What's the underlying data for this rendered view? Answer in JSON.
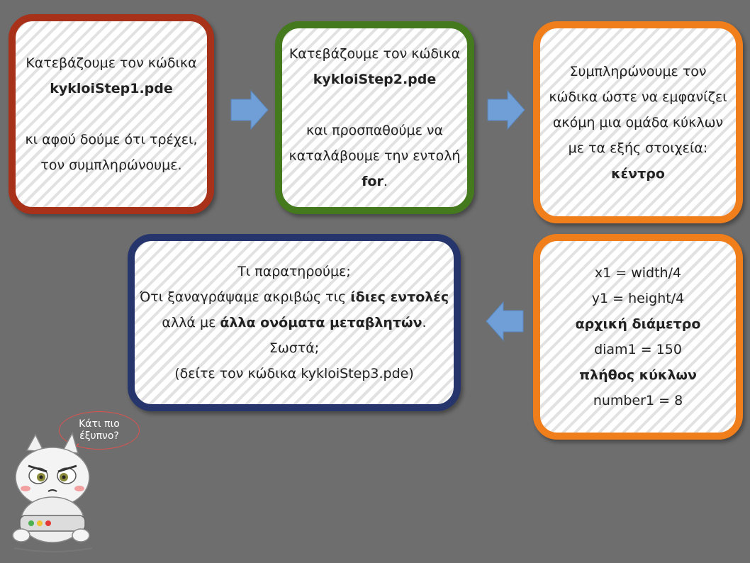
{
  "box1": {
    "line1": "Κατεβάζουμε τον κώδικα",
    "line2_bold": "kykloiStep1.pde",
    "line3": "κι αφού δούμε ότι τρέχει,",
    "line4": "τον συμπληρώνουμε."
  },
  "box2": {
    "line1": "Κατεβάζουμε τον κώδικα",
    "line2_bold": "kykloiStep2.pde",
    "line3": "και προσπαθούμε να",
    "line4": "καταλάβουμε την εντολή",
    "line5_bold": "for",
    "line5_tail": "."
  },
  "box3": {
    "line1": "Συμπληρώνουμε τον",
    "line2": "κώδικα ώστε να εμφανίζει",
    "line3": "ακόμη μια ομάδα κύκλων",
    "line4": "με τα εξής στοιχεία:",
    "line5_bold": "κέντρο"
  },
  "box4": {
    "line1": "x1 = width/4",
    "line2": "y1 = height/4",
    "line3_bold": "αρχική διάμετρο",
    "line4": "diam1 = 150",
    "line5_bold": "πλήθος κύκλων",
    "line6": "number1 = 8"
  },
  "box5": {
    "line1": "Τι παρατηρούμε;",
    "line2_pre": "Ότι ξαναγράψαμε ακριβώς τις ",
    "line2_bold": "ίδιες εντολές",
    "line3_pre": "αλλά με ",
    "line3_bold": "άλλα ονόματα μεταβλητών",
    "line3_tail": ".",
    "line4": "Σωστά;",
    "line5": "(δείτε τον κώδικα kykloiStep3.pde)"
  },
  "bubble": {
    "line1": "Κάτι πιο",
    "line2": "έξυπνο?"
  },
  "colors": {
    "background": "#6e6e6e",
    "red_border": "#a8311a",
    "green_border": "#44791e",
    "orange_border": "#ef7e1b",
    "navy_border": "#26356b",
    "arrow_fill": "#6f9fd6"
  }
}
